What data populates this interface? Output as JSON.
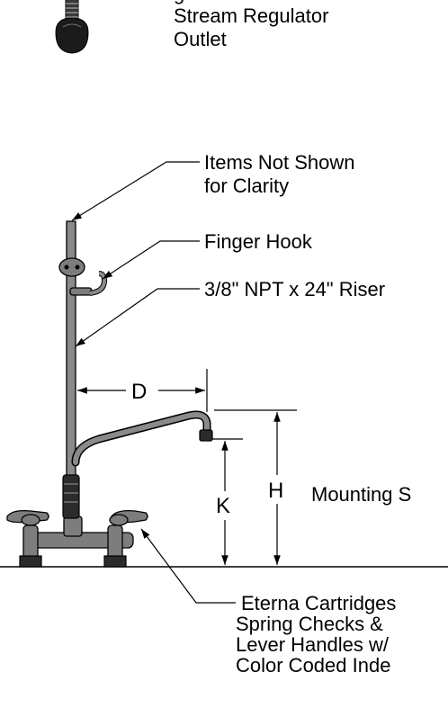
{
  "colors": {
    "ink": "#000000",
    "metal": "#7d7d7d",
    "background": "#ffffff"
  },
  "top_callout": [
    "g",
    "Stream Regulator",
    "Outlet"
  ],
  "callouts": {
    "items_not_shown": [
      "Items Not Shown",
      "for Clarity"
    ],
    "finger_hook": "Finger Hook",
    "riser": "3/8\" NPT x 24\" Riser",
    "mounting": "Mounting S",
    "cartridges": [
      "Eterna Cartridges",
      "Spring Checks &",
      "Lever Handles w/",
      "Color Coded Inde"
    ]
  },
  "dimensions": {
    "d": "D",
    "h": "H",
    "k": "K"
  }
}
